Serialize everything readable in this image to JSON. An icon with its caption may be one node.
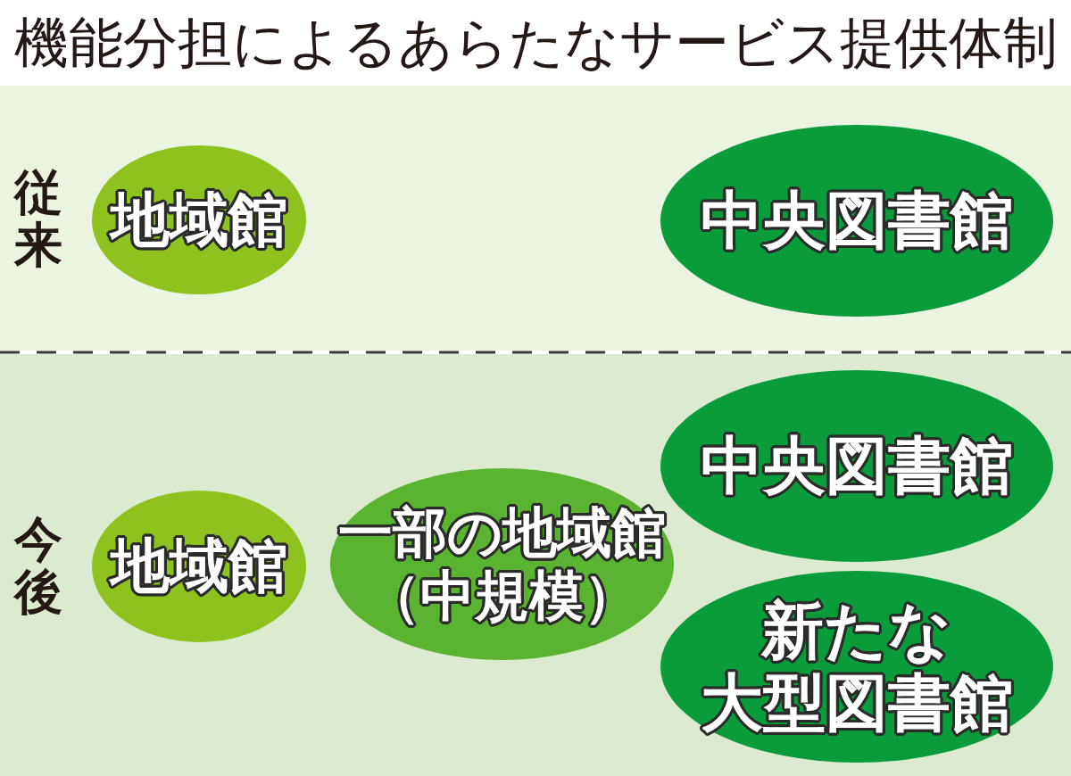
{
  "diagram": {
    "title": "機能分担によるあらたなサービス提供体制",
    "nodes": [
      {
        "text": [
          "従来"
        ]
      },
      {
        "text": [
          "地域館"
        ],
        "in": 0
      },
      {
        "text": [
          "中央図書館"
        ],
        "in": 0
      },
      {
        "text": [
          "今後"
        ]
      },
      {
        "text": [
          "地域館"
        ],
        "in": 3
      },
      {
        "text": [
          "一部の地域館（中規模）"
        ],
        "in": 3
      },
      {
        "text": [
          "中央図書館"
        ],
        "in": 3
      },
      {
        "text": [
          "新たな大型図書館"
        ],
        "in": 3
      }
    ]
  }
}
